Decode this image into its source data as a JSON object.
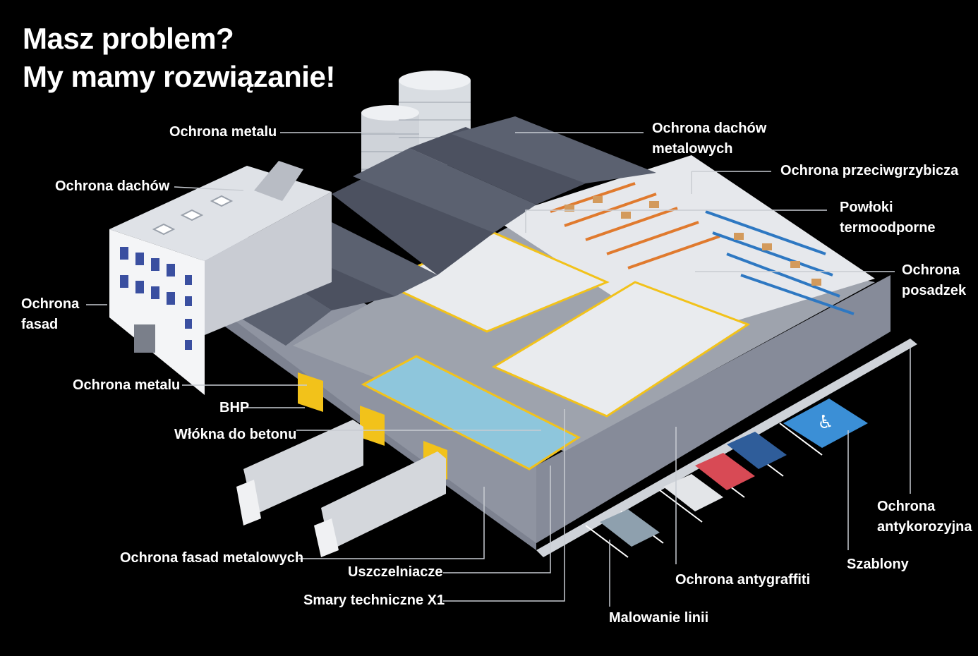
{
  "headline": {
    "line1": "Masz problem?",
    "line2": "My mamy rozwiązanie!"
  },
  "labels": {
    "ochrona_metalu_top": "Ochrona metalu",
    "ochrona_dachow": "Ochrona dachów",
    "ochrona_fasad_1": "Ochrona",
    "ochrona_fasad_2": "fasad",
    "ochrona_metalu_left": "Ochrona metalu",
    "bhp": "BHP",
    "wlokna": "Włókna do betonu",
    "fasady_metalowe": "Ochrona fasad metalowych",
    "uszczelniacze": "Uszczelniacze",
    "smary": "Smary techniczne X1",
    "malowanie": "Malowanie linii",
    "antygraffiti": "Ochrona antygraffiti",
    "szablony": "Szablony",
    "antykorozyjna_1": "Ochrona",
    "antykorozyjna_2": "antykorozyjna",
    "posadzek_1": "Ochrona",
    "posadzek_2": "posadzek",
    "termo_1": "Powłoki",
    "termo_2": "termoodporne",
    "grzyb": "Ochrona przeciwgrzybicza",
    "dachy_met_1": "Ochrona dachów",
    "dachy_met_2": "metalowych"
  },
  "colors": {
    "background": "#000000",
    "text": "#ffffff",
    "roof": "#5b6170",
    "wall": "#8a8f9c",
    "floor": "#e6e8ec",
    "accent_yellow": "#f2c21a",
    "rack_orange": "#e07a2e",
    "rack_blue": "#2e78c2",
    "parking_blue": "#3b8fd6"
  }
}
